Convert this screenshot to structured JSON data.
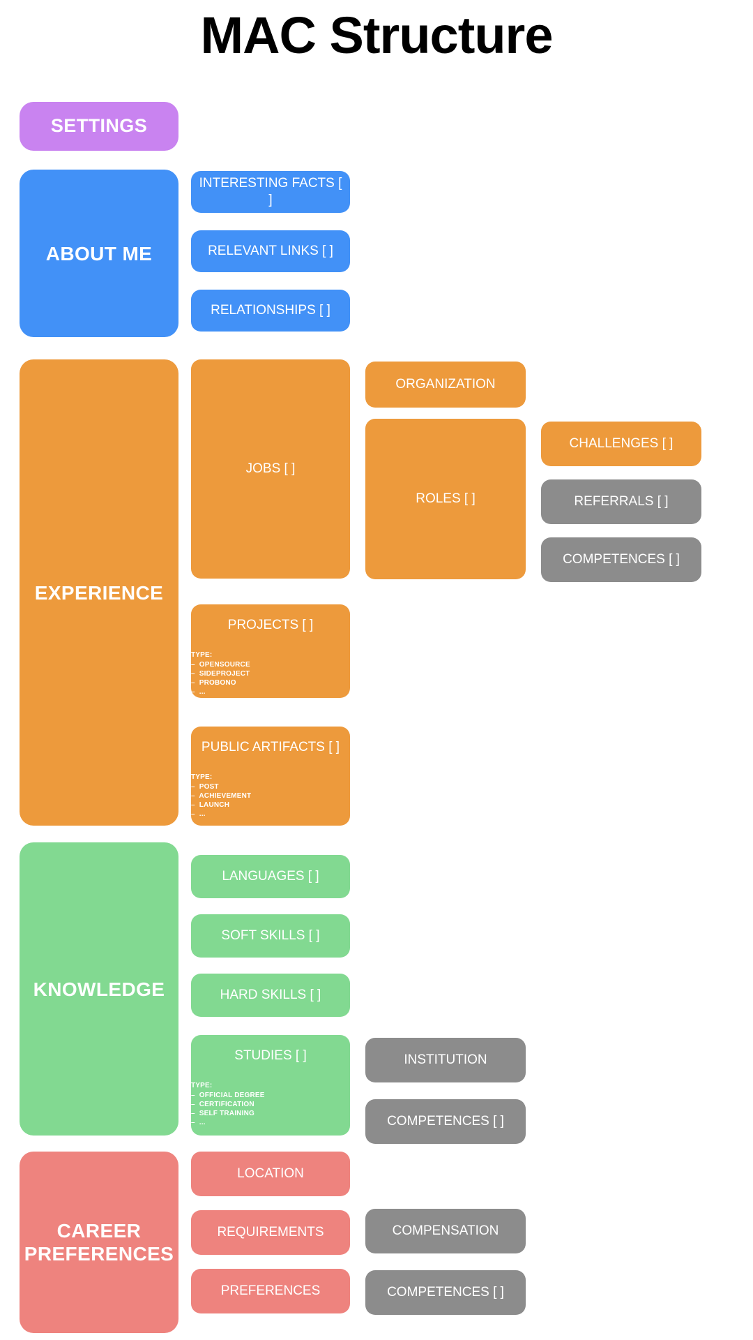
{
  "title": "MAC Structure",
  "sections": {
    "settings": {
      "label": "SETTINGS",
      "color": "#c983f0"
    },
    "about_me": {
      "label": "ABOUT ME",
      "color": "#4291f7",
      "children": [
        {
          "label": "INTERESTING FACTS [ ]"
        },
        {
          "label": "RELEVANT LINKS [ ]"
        },
        {
          "label": "RELATIONSHIPS [ ]"
        }
      ]
    },
    "experience": {
      "label": "EXPERIENCE",
      "color": "#ed9a3c",
      "gray_color": "#8c8c8c",
      "jobs": {
        "label": "JOBS [ ]"
      },
      "organization": {
        "label": "ORGANIZATION"
      },
      "roles": {
        "label": "ROLES [ ]"
      },
      "challenges": {
        "label": "CHALLENGES [ ]"
      },
      "referrals": {
        "label": "REFERRALS [ ]"
      },
      "competences": {
        "label": "COMPETENCES [ ]"
      },
      "projects": {
        "label": "PROJECTS [ ]",
        "type_label": "TYPE:",
        "types": [
          "–  OPENSOURCE",
          "–  SIDEPROJECT",
          "–  PROBONO",
          "–  ..."
        ]
      },
      "public_artifacts": {
        "label": "PUBLIC ARTIFACTS [ ]",
        "type_label": "TYPE:",
        "types": [
          "–  POST",
          "–  ACHIEVEMENT",
          "–  LAUNCH",
          "–  ..."
        ]
      }
    },
    "knowledge": {
      "label": "KNOWLEDGE",
      "color": "#82d991",
      "languages": {
        "label": "LANGUAGES [ ]"
      },
      "soft_skills": {
        "label": "SOFT SKILLS [ ]"
      },
      "hard_skills": {
        "label": "HARD SKILLS [ ]"
      },
      "studies": {
        "label": "STUDIES [ ]",
        "type_label": "TYPE:",
        "types": [
          "–  OFFICIAL DEGREE",
          "–  CERTIFICATION",
          "–  SELF TRAINING",
          "–  ..."
        ]
      },
      "institution": {
        "label": "INSTITUTION"
      },
      "competences": {
        "label": "COMPETENCES [ ]"
      }
    },
    "career_preferences": {
      "label_line1": "CAREER",
      "label_line2": "PREFERENCES",
      "color": "#ee837e",
      "location": {
        "label": "LOCATION"
      },
      "requirements": {
        "label": "REQUIREMENTS"
      },
      "preferences": {
        "label": "PREFERENCES"
      },
      "compensation": {
        "label": "COMPENSATION"
      },
      "competences": {
        "label": "COMPETENCES [ ]"
      }
    }
  }
}
